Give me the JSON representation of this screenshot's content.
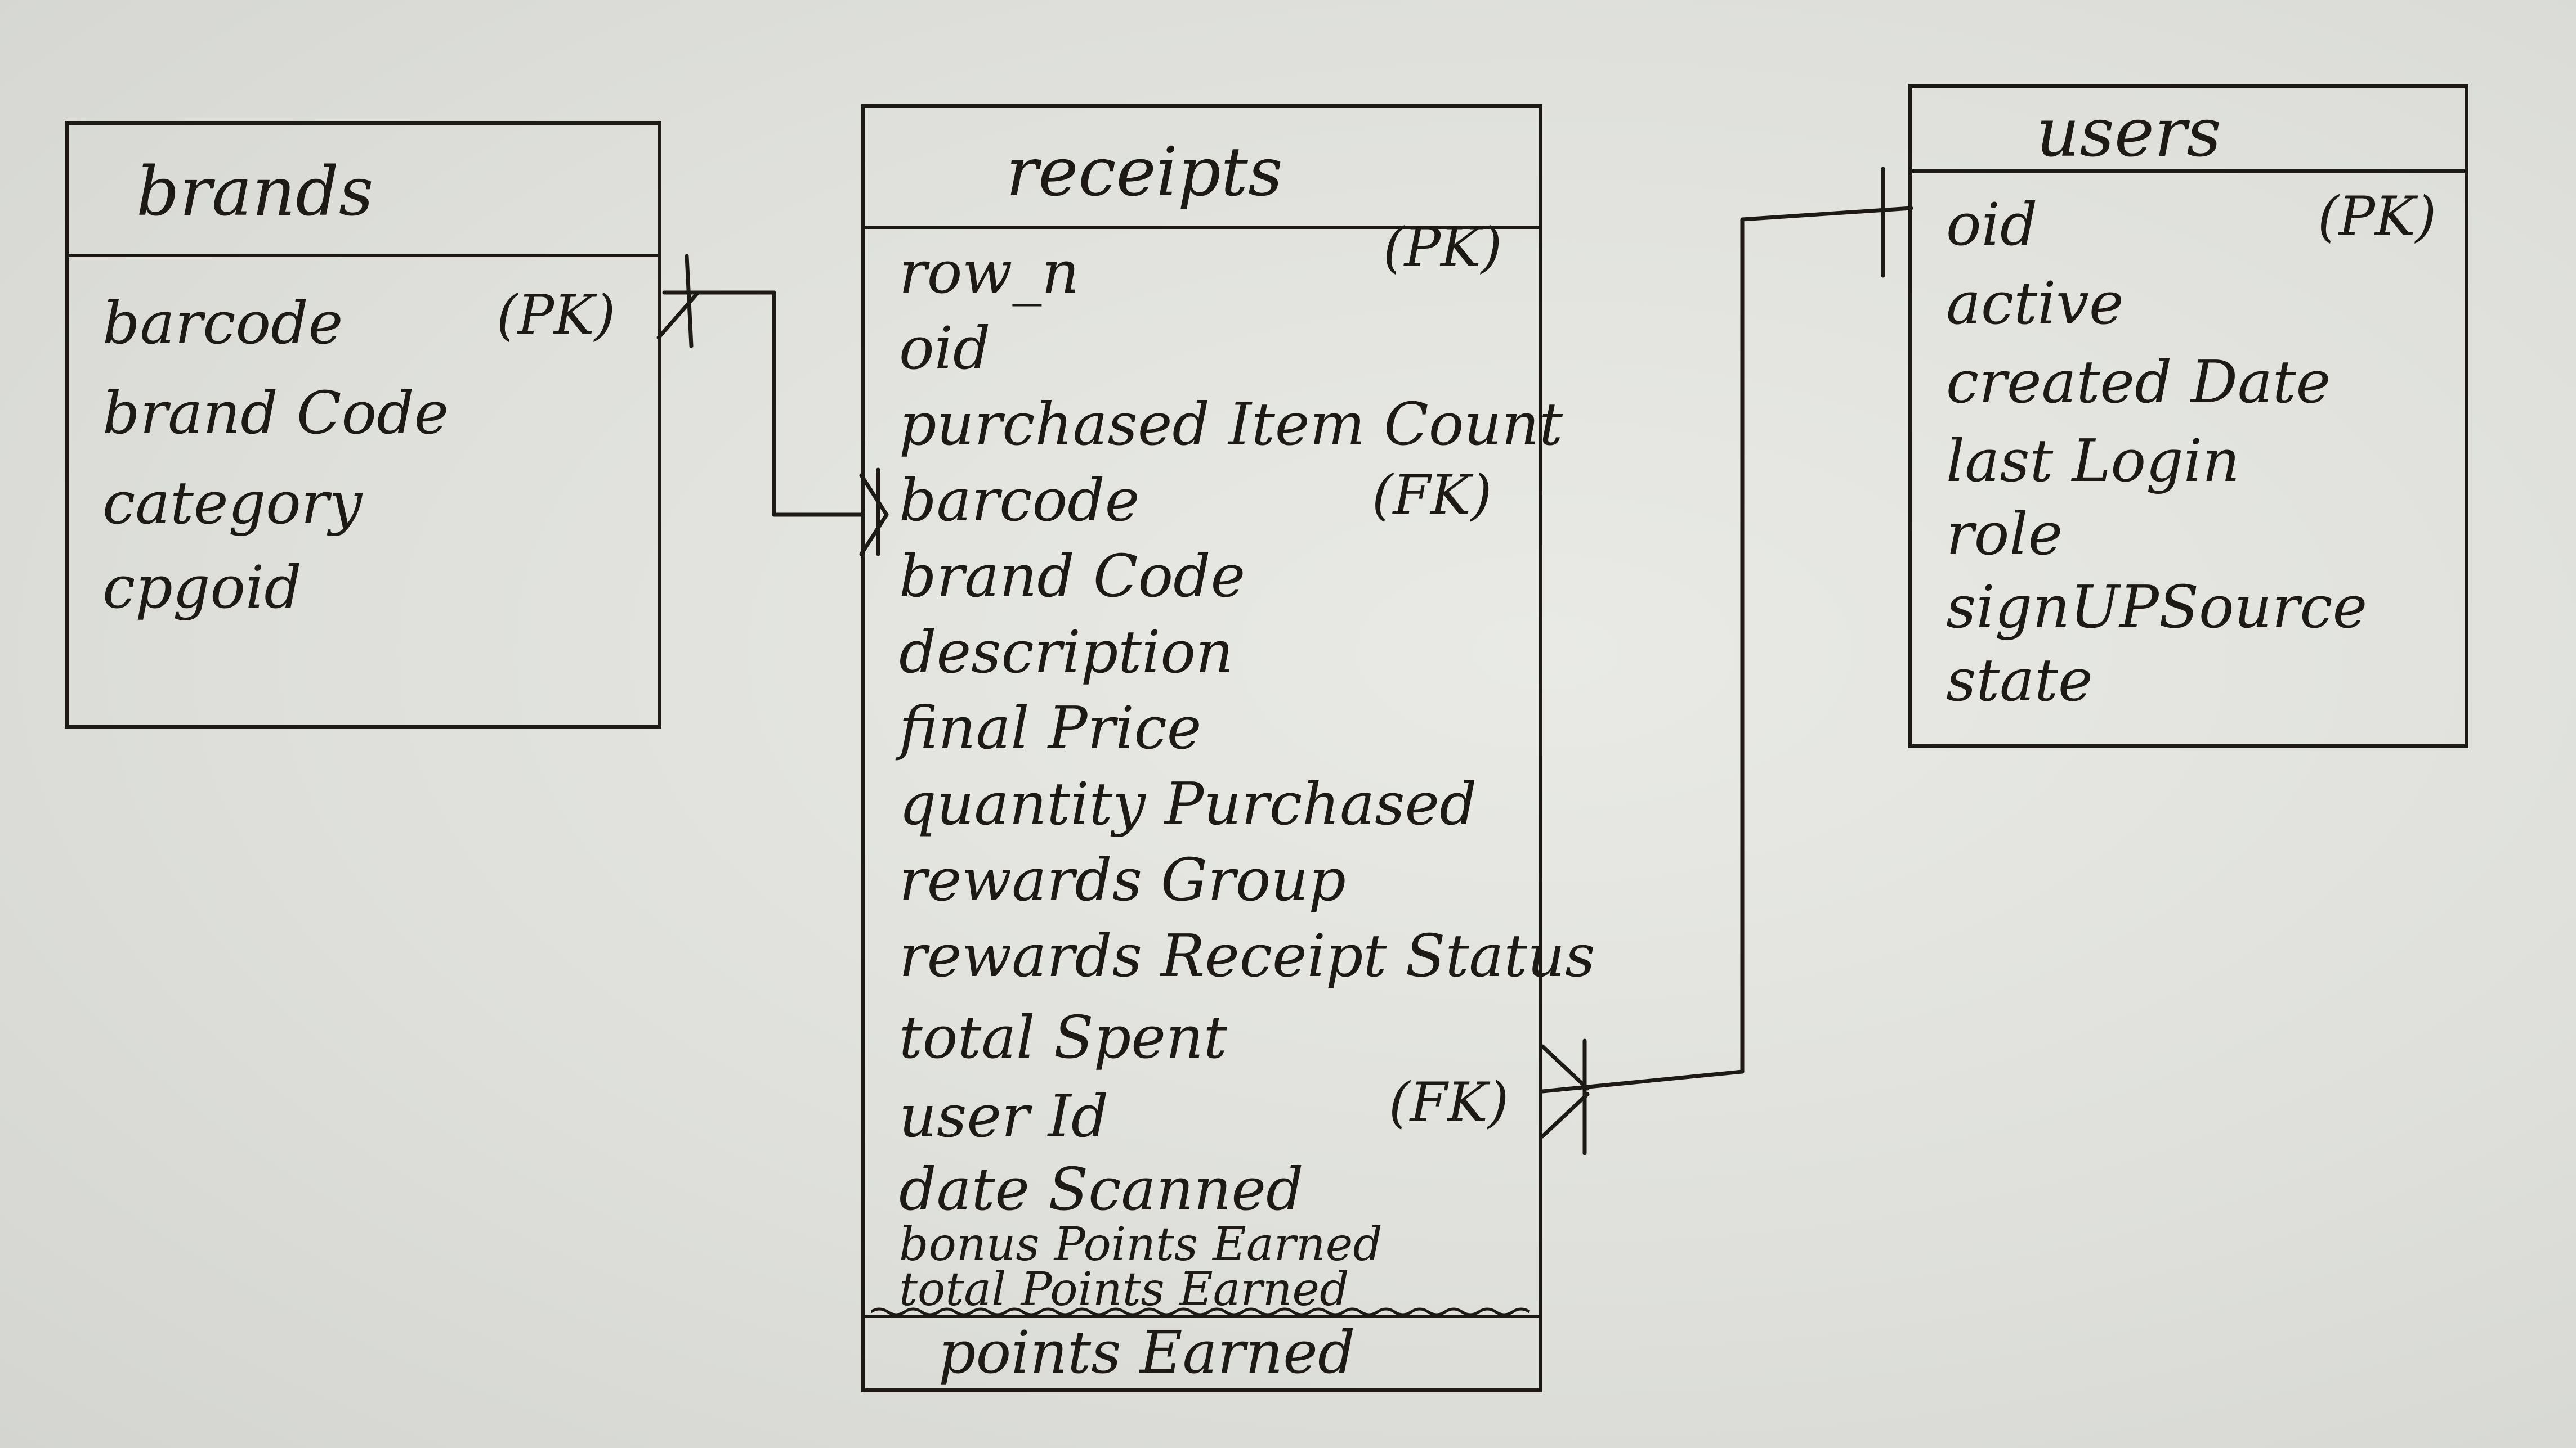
{
  "diagram": {
    "entities": {
      "brands": {
        "title": "brands",
        "attributes": [
          "barcode",
          "brand Code",
          "category",
          "cpgoid"
        ],
        "key_label": "(PK)"
      },
      "receipts": {
        "title": "receipts",
        "attributes": [
          "row_n",
          "oid",
          "purchased Item Count",
          "barcode",
          "brand Code",
          "description",
          "final Price",
          "quantity Purchased",
          "rewards Group",
          "rewards Receipt Status",
          "total Spent",
          "user Id",
          "date Scanned",
          "bonus Points Earned",
          "total Points Earned"
        ],
        "footer_attribute": "points Earned",
        "pk_label": "(PK)",
        "barcode_fk_label": "(FK)",
        "userid_fk_label": "(FK)"
      },
      "users": {
        "title": "users",
        "attributes": [
          "oid",
          "active",
          "created Date",
          "last Login",
          "role",
          "signUPSource",
          "state"
        ],
        "key_label": "(PK)"
      }
    },
    "relationships": [
      {
        "from": "brands",
        "to": "receipts",
        "from_end": "one",
        "to_end": "many"
      },
      {
        "from": "users",
        "to": "receipts",
        "from_end": "one",
        "to_end": "many"
      }
    ]
  }
}
